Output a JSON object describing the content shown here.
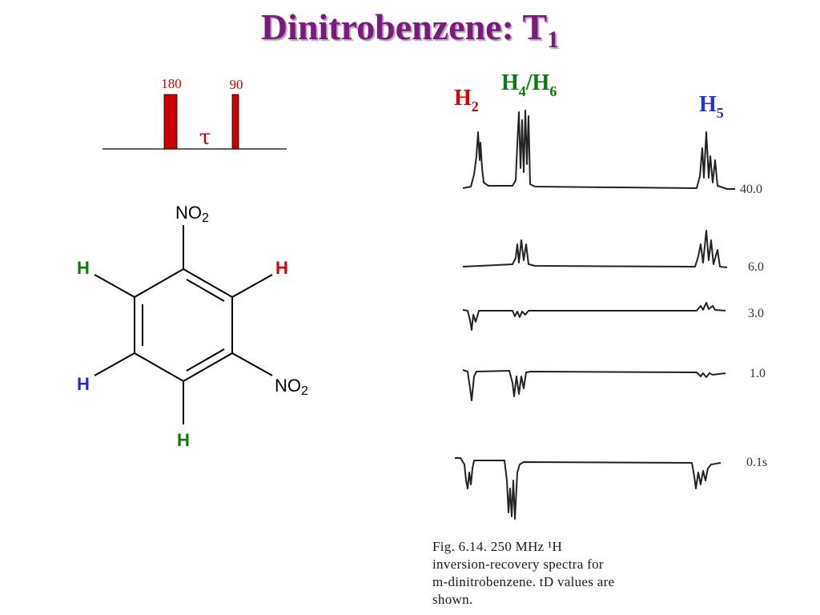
{
  "title": {
    "main": "Dinitrobenzene: T",
    "subscript": "1"
  },
  "pulse_sequence": {
    "pulse1_label": "180",
    "pulse2_label": "90",
    "delay_label": "τ"
  },
  "molecule": {
    "top_group_main": "NO",
    "top_group_sub": "2",
    "right_group_main": "NO",
    "right_group_sub": "2",
    "h_upper_left": "H",
    "h_upper_right": "H",
    "h_lower_left": "H",
    "h_bottom": "H"
  },
  "spectrum_labels": {
    "h2_main": "H",
    "h2_sub": "2",
    "h46_main1": "H",
    "h46_sub1": "4",
    "h46_sep": "/H",
    "h46_sub2": "6",
    "h5_main": "H",
    "h5_sub": "5"
  },
  "trace_delays": [
    "40.0",
    "6.0",
    "3.0",
    "1.0",
    "0.1s"
  ],
  "caption": {
    "line1": "Fig. 6.14. 250 MHz ¹H",
    "line2": "inversion-recovery spectra for",
    "line3": "m-dinitrobenzene. tD values are",
    "line4": "shown."
  },
  "colors": {
    "title": "#7a1a7e",
    "h2": "#d10000",
    "h46": "#0a7a0a",
    "h5": "#2233cc",
    "pulse": "#cc0000"
  }
}
